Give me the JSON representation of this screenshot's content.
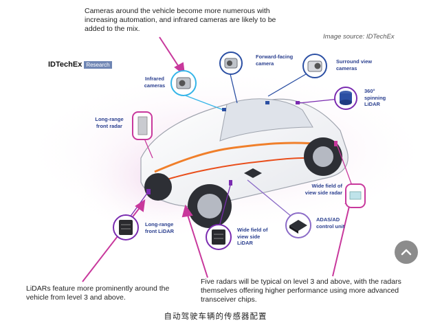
{
  "notes": {
    "top": "Cameras around the vehicle become more numerous with increasing automation, and infrared cameras are likely to be added to the mix.",
    "source": "Image source: IDTechEx",
    "bottom_left": "LiDARs feature more prominently around the vehicle from level 3 and above.",
    "bottom_right": "Five radars will be typical on level 3 and above, with the radars themselves offering higher performance using more advanced transceiver chips."
  },
  "brand": {
    "name": "IDTechEx",
    "badge": "Research"
  },
  "labels": {
    "infrared": "Infrared cameras",
    "forward": "Forward-facing camera",
    "surround": "Surround view cameras",
    "spinning": "360° spinning LiDAR",
    "long_radar": "Long-range front radar",
    "long_lidar": "Long-range front LiDAR",
    "side_lidar": "Wide field of view side LiDAR",
    "adas": "ADAS/AD control unit",
    "side_radar": "Wide field of view side radar"
  },
  "caption": "自动驾驶车辆的传感器配置",
  "icons": [
    "camera-icon",
    "lidar-icon",
    "radar-icon",
    "chip-icon",
    "chevron-up-icon"
  ],
  "colors": {
    "label_blue": "#2a3f8f",
    "camera_blue": "#2b4fa3",
    "lidar_purple": "#7a2bb0",
    "radar_magenta": "#c8389c",
    "body_bg": "#ffffff"
  }
}
